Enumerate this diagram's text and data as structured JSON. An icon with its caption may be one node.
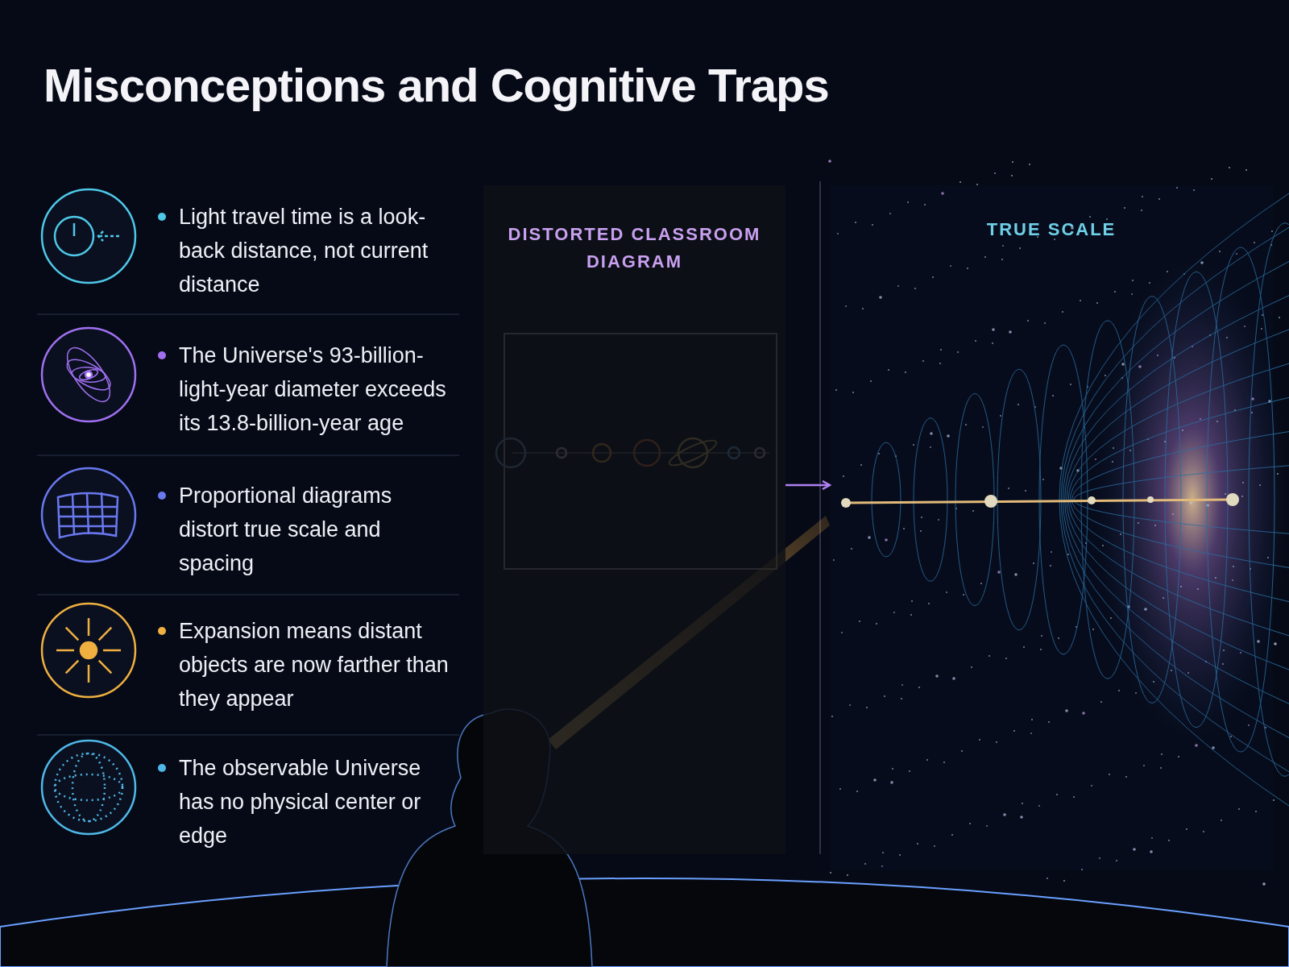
{
  "diagram": {
    "title": "Misconceptions and Cognitive Traps",
    "nodes": [
      {
        "text": [
          "DISTORTED CLASSROOM DIAGRAM"
        ]
      },
      {
        "text": [
          "TRUE SCALE"
        ]
      }
    ],
    "edges": [
      {
        "from": 0,
        "to": 1,
        "arrow": "to"
      }
    ],
    "labels": [
      "Light travel time is a look-back distance, not current distance",
      "The Universe's 93-billion-light-year diameter exceeds its 13.8-billion-year age",
      "Proportional diagrams distort true scale and spacing",
      "Expansion means distant objects are now farther than they appear",
      "The observable Universe has no physical center or edge"
    ]
  }
}
